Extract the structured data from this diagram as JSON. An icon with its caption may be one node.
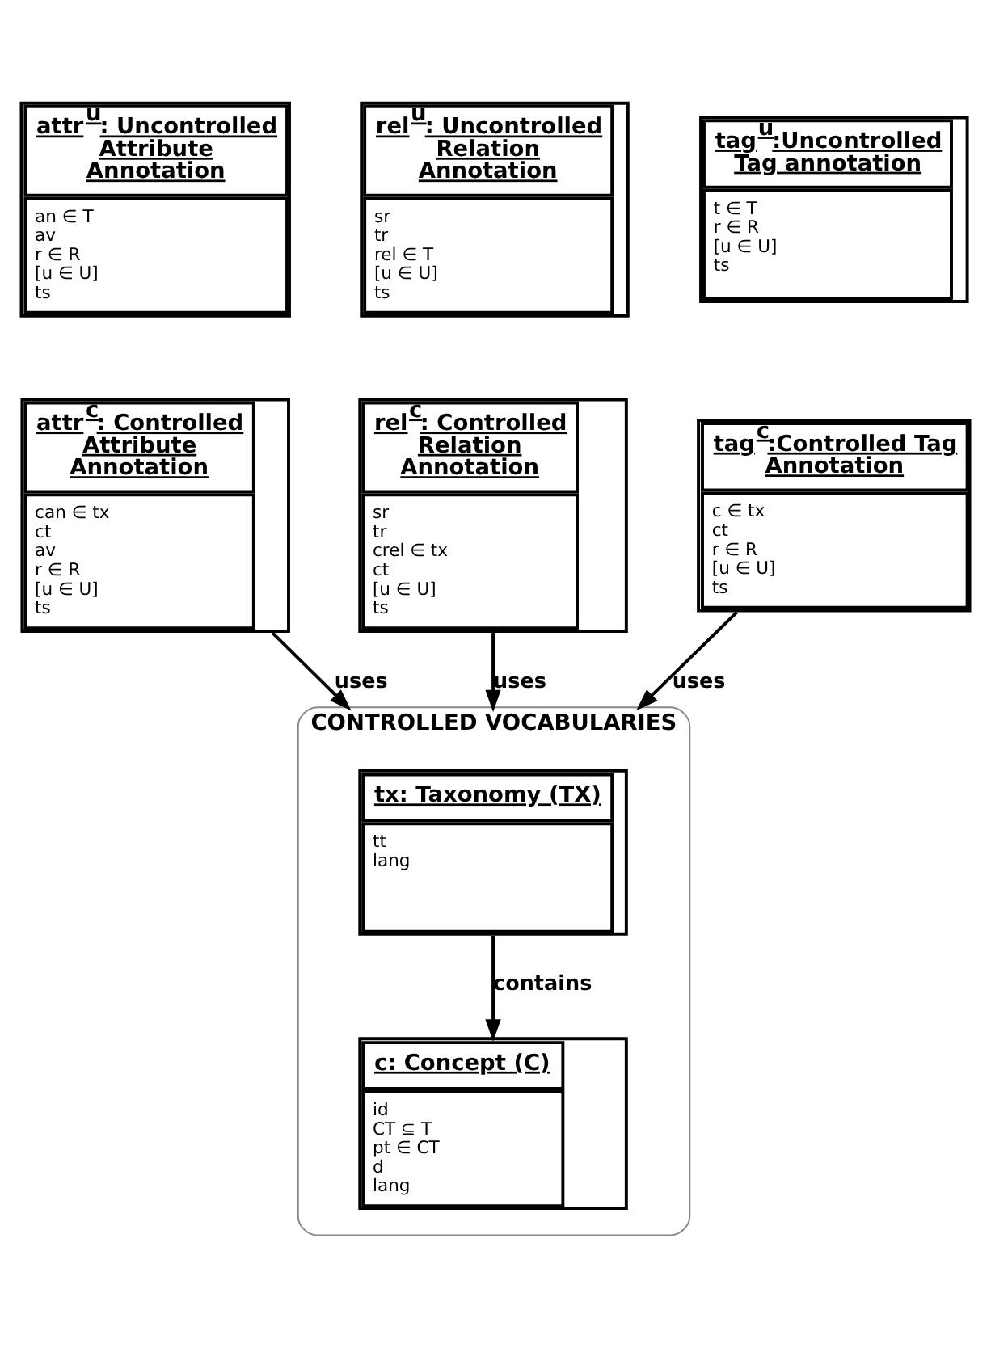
{
  "diagram": {
    "nodes": [
      {
        "text": [
          "attr$^{u}$: Uncontrolled Attribute Annotation",
          "an ∈ T",
          "av",
          "r ∈ R",
          "[u ∈ U]",
          "ts"
        ]
      },
      {
        "text": [
          "rel$^{u}$: Uncontrolled Relation Annotation",
          "sr",
          "tr",
          "rel ∈ T",
          "[u ∈ U]",
          "ts"
        ]
      },
      {
        "text": [
          "tag$^{u}$:Uncontrolled Tag annotation",
          "t ∈ T",
          "r ∈ R",
          "[u ∈ U]",
          "ts"
        ]
      },
      {
        "text": [
          "attr$^{c}$: Controlled Attribute Annotation",
          "can ∈ tx",
          "ct",
          "av",
          "r ∈ R",
          "[u ∈ U]",
          "ts"
        ]
      },
      {
        "text": [
          "rel$^{c}$: Controlled Relation Annotation",
          "sr",
          "tr",
          "crel ∈ tx",
          "ct",
          "[u ∈ U]",
          "ts"
        ]
      },
      {
        "text": [
          "tag$^{c}$:Controlled Tag Annotation",
          "c ∈ tx",
          "ct",
          "r ∈ R",
          "[u ∈ U]",
          "ts"
        ]
      },
      {
        "text": [
          "CONTROLLED VOCABULARIES"
        ]
      },
      {
        "text": [
          "tx: Taxonomy (TX)",
          "tt",
          "lang"
        ],
        "in": 6
      },
      {
        "text": [
          "c: Concept (C)",
          "id",
          "CT ⊆ T",
          "pt ∈ CT",
          "d",
          "lang"
        ],
        "in": 6
      }
    ],
    "edges": [
      {
        "from": 3,
        "to": 6,
        "arrow": "to",
        "label": "uses"
      },
      {
        "from": 4,
        "to": 6,
        "arrow": "to",
        "label": "uses"
      },
      {
        "from": 5,
        "to": 6,
        "arrow": "to",
        "label": "uses"
      },
      {
        "from": 7,
        "to": 8,
        "arrow": "to",
        "label": "contains"
      }
    ]
  }
}
